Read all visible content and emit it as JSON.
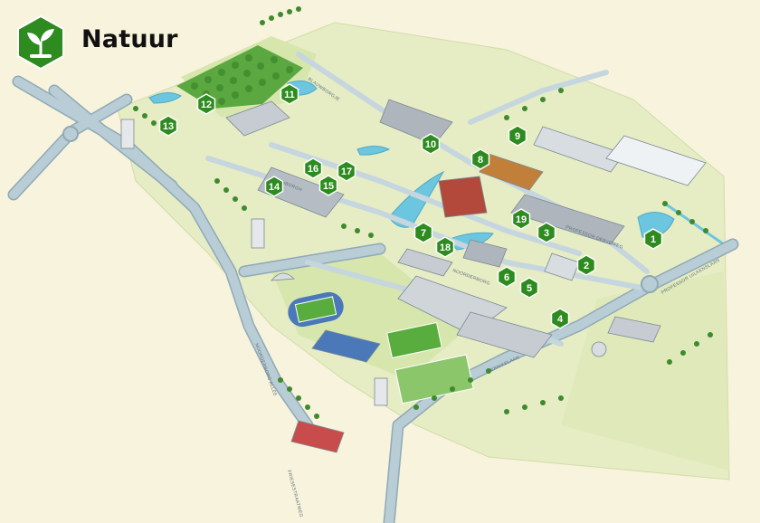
{
  "legend": {
    "title": "Natuur",
    "icon": "plant-icon",
    "color": "#2e8b1f"
  },
  "colors": {
    "background": "#f7f3dc",
    "grass": "#e6edc4",
    "park": "#d6e6ad",
    "road": "#b9cdd6",
    "road_edge": "#8fa9b6",
    "water": "#6cc6e0",
    "marker": "#2e8b1f",
    "marker_border": "#ffffff"
  },
  "markers": [
    {
      "id": "1",
      "label": "1"
    },
    {
      "id": "2",
      "label": "2"
    },
    {
      "id": "3",
      "label": "3"
    },
    {
      "id": "4",
      "label": "4"
    },
    {
      "id": "5",
      "label": "5"
    },
    {
      "id": "6",
      "label": "6"
    },
    {
      "id": "7",
      "label": "7"
    },
    {
      "id": "8",
      "label": "8"
    },
    {
      "id": "9",
      "label": "9"
    },
    {
      "id": "10",
      "label": "10"
    },
    {
      "id": "11",
      "label": "11"
    },
    {
      "id": "12",
      "label": "12"
    },
    {
      "id": "13",
      "label": "13"
    },
    {
      "id": "14",
      "label": "14"
    },
    {
      "id": "15",
      "label": "15"
    },
    {
      "id": "16",
      "label": "16"
    },
    {
      "id": "17",
      "label": "17"
    },
    {
      "id": "18",
      "label": "18"
    },
    {
      "id": "19",
      "label": "19"
    }
  ],
  "streets": [
    {
      "id": "s1",
      "label": "NIJENBORGH"
    },
    {
      "id": "s2",
      "label": "BLAUWBORGJE"
    },
    {
      "id": "s3",
      "label": "PROFESSOR UILKENSLAAN"
    },
    {
      "id": "s4",
      "label": "PROFESSOR DEBYEWEG"
    },
    {
      "id": "s5",
      "label": "NOORDERBORG"
    },
    {
      "id": "s6",
      "label": "ZERNIKELAAN"
    },
    {
      "id": "s7",
      "label": "NOORDERBORG ALLEE"
    },
    {
      "id": "s8",
      "label": "FRIESESTRAATWEG"
    }
  ]
}
